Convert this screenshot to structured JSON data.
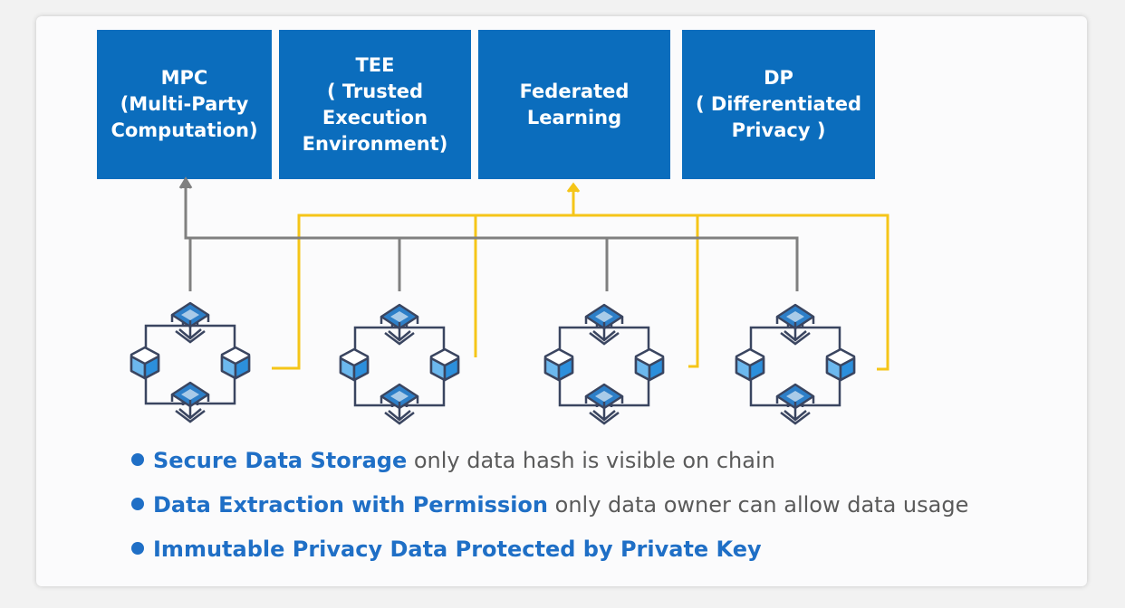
{
  "boxes": [
    {
      "label": "MPC\n(Multi-Party\nComputation)"
    },
    {
      "label": "TEE\n( Trusted\nExecution\nEnvironment)"
    },
    {
      "label": "Federated\nLearning"
    },
    {
      "label": "DP\n( Differentiated\nPrivacy )"
    }
  ],
  "bullets": [
    {
      "strong": "Secure Data Storage",
      "rest": " only data hash is visible on chain"
    },
    {
      "strong": "Data Extraction with Permission",
      "rest": " only data owner can allow data usage"
    },
    {
      "strong": "Immutable Privacy Data Protected by Private Key",
      "rest": ""
    }
  ],
  "colors": {
    "box": "#0b6dbd",
    "accent": "#1f6fc6",
    "gray_line": "#808080",
    "yellow_line": "#f5c518"
  }
}
